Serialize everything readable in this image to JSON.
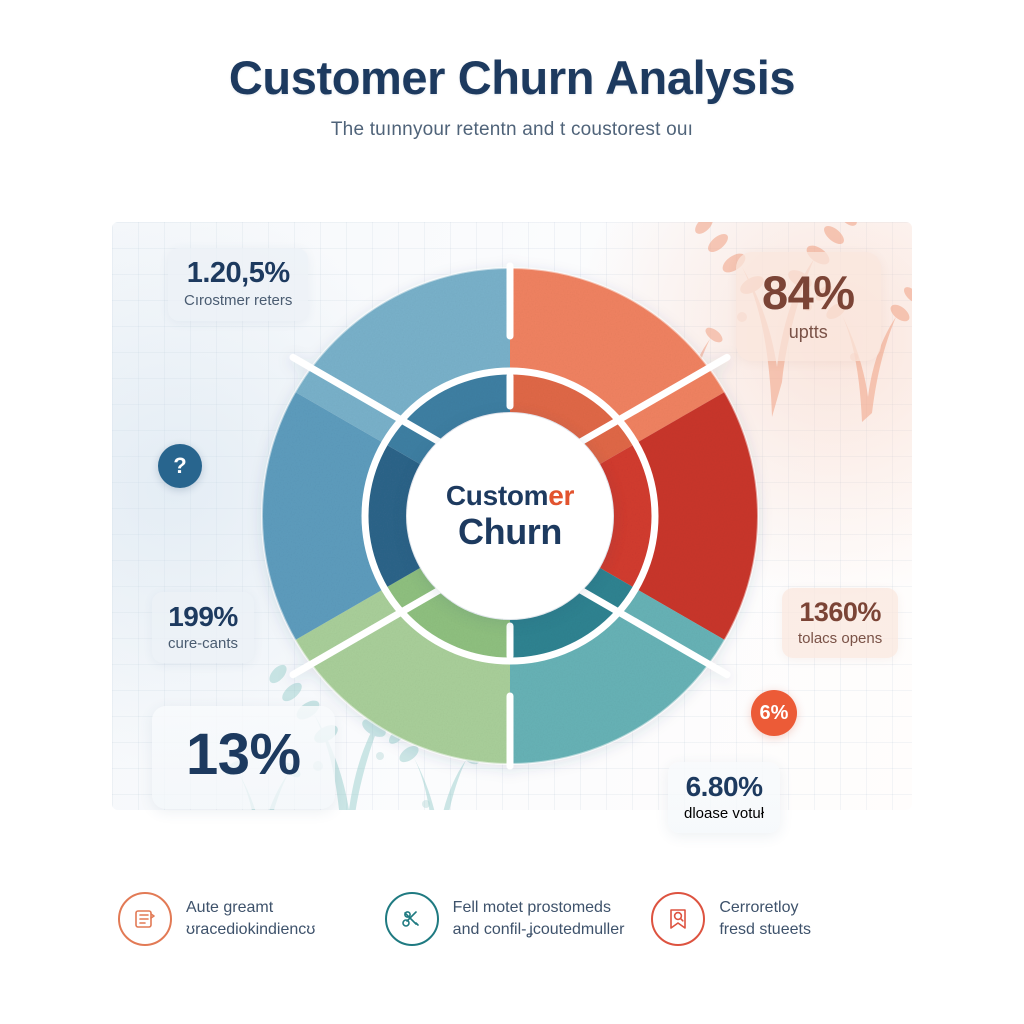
{
  "header": {
    "title": "Customer Churn Analysis",
    "subtitle": "The tuınnyour retentn and t coustorest ouı"
  },
  "hub": {
    "line1_main": "Custom",
    "line1_accent": "er",
    "line2": "Churn"
  },
  "stats": [
    {
      "id": "top-left",
      "value": "1.20,5%",
      "label": "Cırostmer reters"
    },
    {
      "id": "top-right",
      "value": "84%",
      "label": "uptts"
    },
    {
      "id": "mid-left",
      "value": "199%",
      "label": "cure-cants"
    },
    {
      "id": "mid-right",
      "value": "1360%",
      "label": "tolacs opens"
    },
    {
      "id": "bottom-left",
      "value": "13%",
      "label": ""
    },
    {
      "id": "bottom-right",
      "value": "6.80%",
      "label": "dloase votuł"
    }
  ],
  "markers": [
    {
      "id": "question",
      "glyph": "?",
      "color": "#28658e"
    },
    {
      "id": "percent",
      "glyph": "6%",
      "color": "#ec5b37"
    }
  ],
  "features": [
    {
      "icon": "document-list-icon",
      "line1": "Aute greamt",
      "line2": "ʊracediokindiencʊ"
    },
    {
      "icon": "tools-icon",
      "line1": "Fell motet prostomeds",
      "line2": "and confil-ʝcoutedmuller"
    },
    {
      "icon": "bookmark-search-icon",
      "line1": "Cerroretloy",
      "line2": "fresd stueets"
    }
  ],
  "colors": {
    "title": "#1d3a5f",
    "accent_orange": "#e2542f",
    "segment_orange_light": "#f08261",
    "segment_orange": "#e06847",
    "segment_red": "#d23b30",
    "segment_red_dark": "#c9362c",
    "segment_teal": "#2e8391",
    "segment_teal_light": "#67b2b6",
    "segment_green": "#a9cf9a",
    "segment_green_dark": "#8fc07f",
    "segment_blue_dark": "#2d6489",
    "segment_blue_mid": "#3f7fa3",
    "segment_blue_light": "#5d9cbd",
    "segment_blue_pale": "#79b1ca"
  },
  "chart_data": {
    "type": "pie",
    "title": "Customer Churn",
    "subtitle": "The tuınnyour retentn and t coustorest ouı",
    "legend_position": "none",
    "rings": [
      {
        "name": "outer-ring",
        "inner_radius_px": 148,
        "outer_radius_px": 248,
        "segments": [
          {
            "label": "uptts",
            "start_deg": 0,
            "end_deg": 60,
            "value": 16.67,
            "color": "#f08261"
          },
          {
            "label": "tolacs opens",
            "start_deg": 60,
            "end_deg": 120,
            "value": 16.67,
            "color": "#c9362c"
          },
          {
            "label": "dloase votuł",
            "start_deg": 120,
            "end_deg": 180,
            "value": 16.67,
            "color": "#67b2b6"
          },
          {
            "label": "13%",
            "start_deg": 180,
            "end_deg": 240,
            "value": 16.67,
            "color": "#a9cf9a"
          },
          {
            "label": "cure-cants",
            "start_deg": 240,
            "end_deg": 300,
            "value": 16.67,
            "color": "#5d9cbd"
          },
          {
            "label": "Cırostmer reters",
            "start_deg": 300,
            "end_deg": 360,
            "value": 16.67,
            "color": "#79b1ca"
          }
        ]
      },
      {
        "name": "inner-ring",
        "inner_radius_px": 104,
        "outer_radius_px": 142,
        "segments": [
          {
            "label": "uptts",
            "start_deg": 0,
            "end_deg": 60,
            "value": 16.67,
            "color": "#e06847"
          },
          {
            "label": "tolacs opens",
            "start_deg": 60,
            "end_deg": 120,
            "value": 16.67,
            "color": "#d23b30"
          },
          {
            "label": "dloase votuł",
            "start_deg": 120,
            "end_deg": 180,
            "value": 16.67,
            "color": "#2e8391"
          },
          {
            "label": "13%",
            "start_deg": 180,
            "end_deg": 240,
            "value": 16.67,
            "color": "#8fc07f"
          },
          {
            "label": "cure-cants",
            "start_deg": 240,
            "end_deg": 300,
            "value": 16.67,
            "color": "#2d6489"
          },
          {
            "label": "Cırostmer reters",
            "start_deg": 300,
            "end_deg": 360,
            "value": 16.67,
            "color": "#3f7fa3"
          }
        ]
      }
    ],
    "callout_values": {
      "Cırostmer reters": "1.20,5%",
      "uptts": "84%",
      "cure-cants": "199%",
      "tolacs opens": "1360%",
      "unlabeled_bottom_left": "13%",
      "dloase votuł": "6.80%"
    }
  }
}
